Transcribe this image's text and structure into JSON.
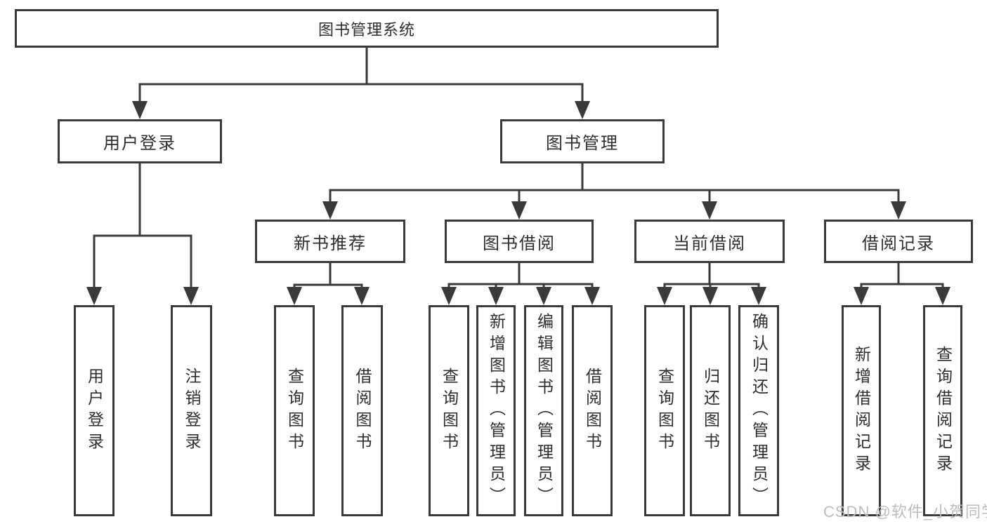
{
  "tree": {
    "root": "图书管理系统",
    "level1": [
      "用户登录",
      "图书管理"
    ],
    "level2": [
      "新书推荐",
      "图书借阅",
      "当前借阅",
      "借阅记录"
    ],
    "leaves": {
      "user_login": [
        "用户登录",
        "注销登录"
      ],
      "new_books": [
        "查询图书",
        "借阅图书"
      ],
      "borrowing": [
        "查询图书",
        "新增图书（管理员）",
        "编辑图书（管理员）",
        "借阅图书"
      ],
      "current": [
        "查询图书",
        "归还图书",
        "确认归还（管理员）"
      ],
      "records": [
        "新增借阅记录",
        "查询借阅记录"
      ]
    }
  },
  "watermark": "CSDN @软件_小贺同学",
  "colors": {
    "line": "#3a3a3a",
    "text": "#2e2e2e",
    "box_background": "#ffffff",
    "page_background": "#ffffff",
    "watermark": "#bcbcbc"
  }
}
